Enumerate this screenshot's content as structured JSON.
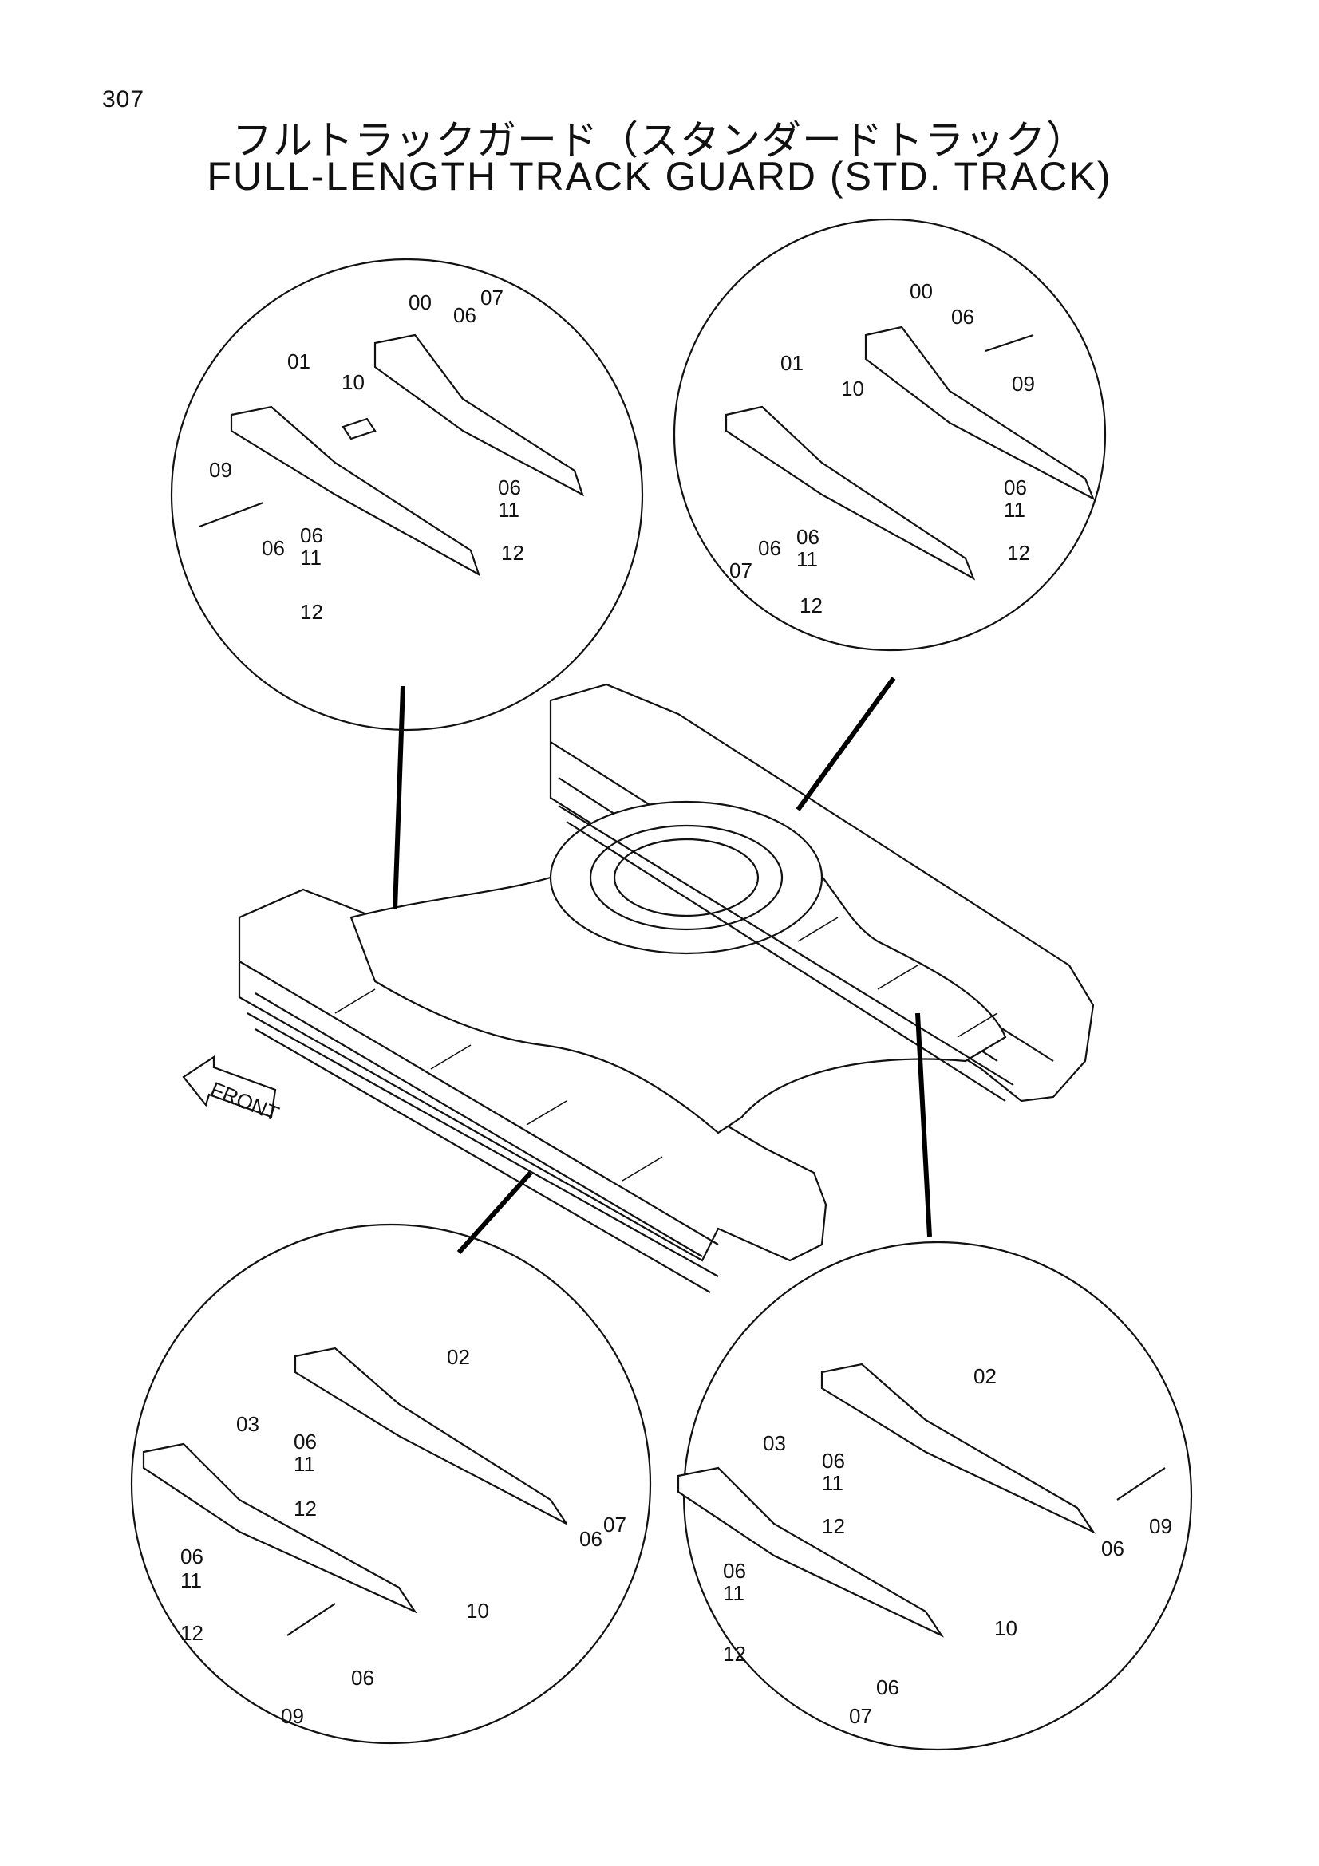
{
  "page_number": "307",
  "title_jp": "フルトラックガード（スタンダードトラック）",
  "title_en": "FULL-LENGTH TRACK GUARD (STD. TRACK)",
  "front_label": "FRONT",
  "detail_top_left": {
    "labels": [
      "00",
      "07",
      "06",
      "01",
      "10",
      "09",
      "06",
      "06",
      "11",
      "06",
      "11",
      "12",
      "12"
    ]
  },
  "detail_top_right": {
    "labels": [
      "00",
      "06",
      "01",
      "10",
      "09",
      "06",
      "11",
      "07",
      "06",
      "06",
      "11",
      "12",
      "12"
    ]
  },
  "detail_bottom_left": {
    "labels": [
      "02",
      "03",
      "06",
      "11",
      "12",
      "06",
      "11",
      "12",
      "06",
      "07",
      "10",
      "06",
      "09"
    ]
  },
  "detail_bottom_right": {
    "labels": [
      "02",
      "03",
      "06",
      "11",
      "12",
      "09",
      "06",
      "06",
      "11",
      "10",
      "12",
      "07",
      "06"
    ]
  }
}
